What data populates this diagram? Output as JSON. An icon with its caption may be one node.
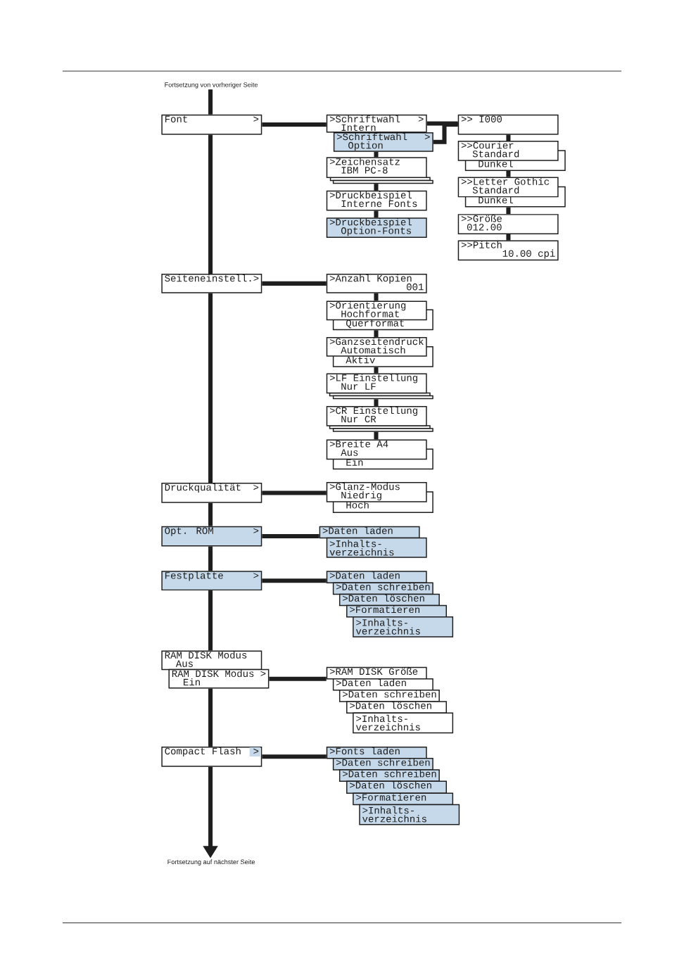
{
  "diagram": {
    "nodes": [
      {
        "text": [
          "Fortsetzung von vorheriger Seite"
        ]
      },
      {
        "text": [
          "Font",
          ">"
        ]
      },
      {
        "text": [
          ">Schriftwahl",
          ">",
          "Intern"
        ]
      },
      {
        "text": [
          ">Schriftwahl",
          ">",
          "Option"
        ]
      },
      {
        "text": [
          ">Zeichensatz",
          "IBM PC-8"
        ]
      },
      {
        "text": [],
        "shape": "box"
      },
      {
        "text": [],
        "shape": "box"
      },
      {
        "text": [
          ">Druckbeispiel",
          "Interne Fonts"
        ]
      },
      {
        "text": [
          ">Druckbeispiel",
          "Option-Fonts"
        ]
      },
      {
        "text": [
          ">> I000"
        ]
      },
      {
        "text": [
          ">>Courier",
          "Standard"
        ]
      },
      {
        "text": [
          "Dunkel"
        ]
      },
      {
        "text": [
          ">>Letter Gothic",
          "Standard"
        ]
      },
      {
        "text": [
          "Dunkel"
        ]
      },
      {
        "text": [
          ">>Größe",
          "012.00"
        ]
      },
      {
        "text": [
          ">>Pitch",
          "10.00 cpi"
        ]
      },
      {
        "text": [
          "Seiteneinstell.>"
        ]
      },
      {
        "text": [
          ">Anzahl Kopien",
          "001"
        ]
      },
      {
        "text": [
          ">Orientierung",
          "Hochformat"
        ]
      },
      {
        "text": [
          "Querformat"
        ]
      },
      {
        "text": [
          ">Ganzseitendruck",
          "Automatisch"
        ]
      },
      {
        "text": [
          "Aktiv"
        ]
      },
      {
        "text": [
          ">LF Einstellung",
          "Nur LF"
        ]
      },
      {
        "text": [],
        "shape": "box"
      },
      {
        "text": [],
        "shape": "box"
      },
      {
        "text": [
          ">CR Einstellung",
          "Nur CR"
        ]
      },
      {
        "text": [],
        "shape": "box"
      },
      {
        "text": [],
        "shape": "box"
      },
      {
        "text": [
          ">Breite A4",
          "Aus"
        ]
      },
      {
        "text": [
          "Ein"
        ]
      },
      {
        "text": [
          "Druckqualität",
          ">"
        ]
      },
      {
        "text": [
          ">Glanz-Modus",
          "Niedrig"
        ]
      },
      {
        "text": [
          "Hoch"
        ]
      },
      {
        "text": [
          "Opt. ROM",
          ">"
        ]
      },
      {
        "text": [
          ">Daten laden"
        ]
      },
      {
        "text": [
          ">Inhalts- verzeichnis"
        ]
      },
      {
        "text": [
          "Festplatte",
          ">"
        ]
      },
      {
        "text": [
          ">Daten laden"
        ]
      },
      {
        "text": [
          ">Daten schreiben"
        ]
      },
      {
        "text": [
          ">Daten löschen"
        ]
      },
      {
        "text": [
          ">Formatieren"
        ]
      },
      {
        "text": [
          ">Inhalts- verzeichnis"
        ]
      },
      {
        "text": [
          "RAM DISK Modus",
          "Aus"
        ]
      },
      {
        "text": [
          "RAM DISK Modus",
          ">",
          "Ein"
        ]
      },
      {
        "text": [
          ">RAM DISK Größe"
        ]
      },
      {
        "text": [
          ">Daten laden"
        ]
      },
      {
        "text": [
          ">Daten schreiben"
        ]
      },
      {
        "text": [
          ">Daten löschen"
        ]
      },
      {
        "text": [
          ">Inhalts- verzeichnis"
        ]
      },
      {
        "text": [
          "Compact Flash",
          ">"
        ]
      },
      {
        "text": [
          ">Fonts laden"
        ]
      },
      {
        "text": [
          ">Daten schreiben"
        ]
      },
      {
        "text": [
          ">Daten schreiben"
        ]
      },
      {
        "text": [
          ">Daten löschen"
        ]
      },
      {
        "text": [
          ">Formatieren"
        ]
      },
      {
        "text": [
          ">Inhalts- verzeichnis"
        ]
      },
      {
        "text": [
          "Fortsetzung auf nächster Seite"
        ]
      }
    ],
    "edges": [
      {
        "from": 0,
        "to": 1,
        "arrow": "none"
      },
      {
        "from": 1,
        "to": 16,
        "arrow": "none"
      },
      {
        "from": 16,
        "to": 30,
        "arrow": "none"
      },
      {
        "from": 30,
        "to": 33,
        "arrow": "none"
      },
      {
        "from": 33,
        "to": 36,
        "arrow": "none"
      },
      {
        "from": 36,
        "to": 42,
        "arrow": "none"
      },
      {
        "from": 43,
        "to": 49,
        "arrow": "none"
      },
      {
        "from": 49,
        "to": 56,
        "arrow": "to"
      },
      {
        "from": 1,
        "to": 2,
        "arrow": "none"
      },
      {
        "from": 2,
        "to": 9,
        "arrow": "none"
      },
      {
        "from": 3,
        "to": 9,
        "arrow": "none"
      },
      {
        "from": 16,
        "to": 17,
        "arrow": "none"
      },
      {
        "from": 30,
        "to": 31,
        "arrow": "none"
      },
      {
        "from": 33,
        "to": 34,
        "arrow": "none"
      },
      {
        "from": 36,
        "to": 37,
        "arrow": "none"
      },
      {
        "from": 43,
        "to": 44,
        "arrow": "none"
      },
      {
        "from": 49,
        "to": 50,
        "arrow": "none"
      },
      {
        "from": 3,
        "to": 4,
        "arrow": "none"
      },
      {
        "from": 6,
        "to": 7,
        "arrow": "none"
      },
      {
        "from": 7,
        "to": 8,
        "arrow": "none"
      },
      {
        "from": 9,
        "to": 10,
        "arrow": "none"
      },
      {
        "from": 11,
        "to": 12,
        "arrow": "none"
      },
      {
        "from": 13,
        "to": 14,
        "arrow": "none"
      },
      {
        "from": 14,
        "to": 15,
        "arrow": "none"
      },
      {
        "from": 17,
        "to": 18,
        "arrow": "none"
      },
      {
        "from": 19,
        "to": 20,
        "arrow": "none"
      },
      {
        "from": 21,
        "to": 22,
        "arrow": "none"
      },
      {
        "from": 24,
        "to": 25,
        "arrow": "none"
      },
      {
        "from": 27,
        "to": 28,
        "arrow": "none"
      }
    ]
  }
}
